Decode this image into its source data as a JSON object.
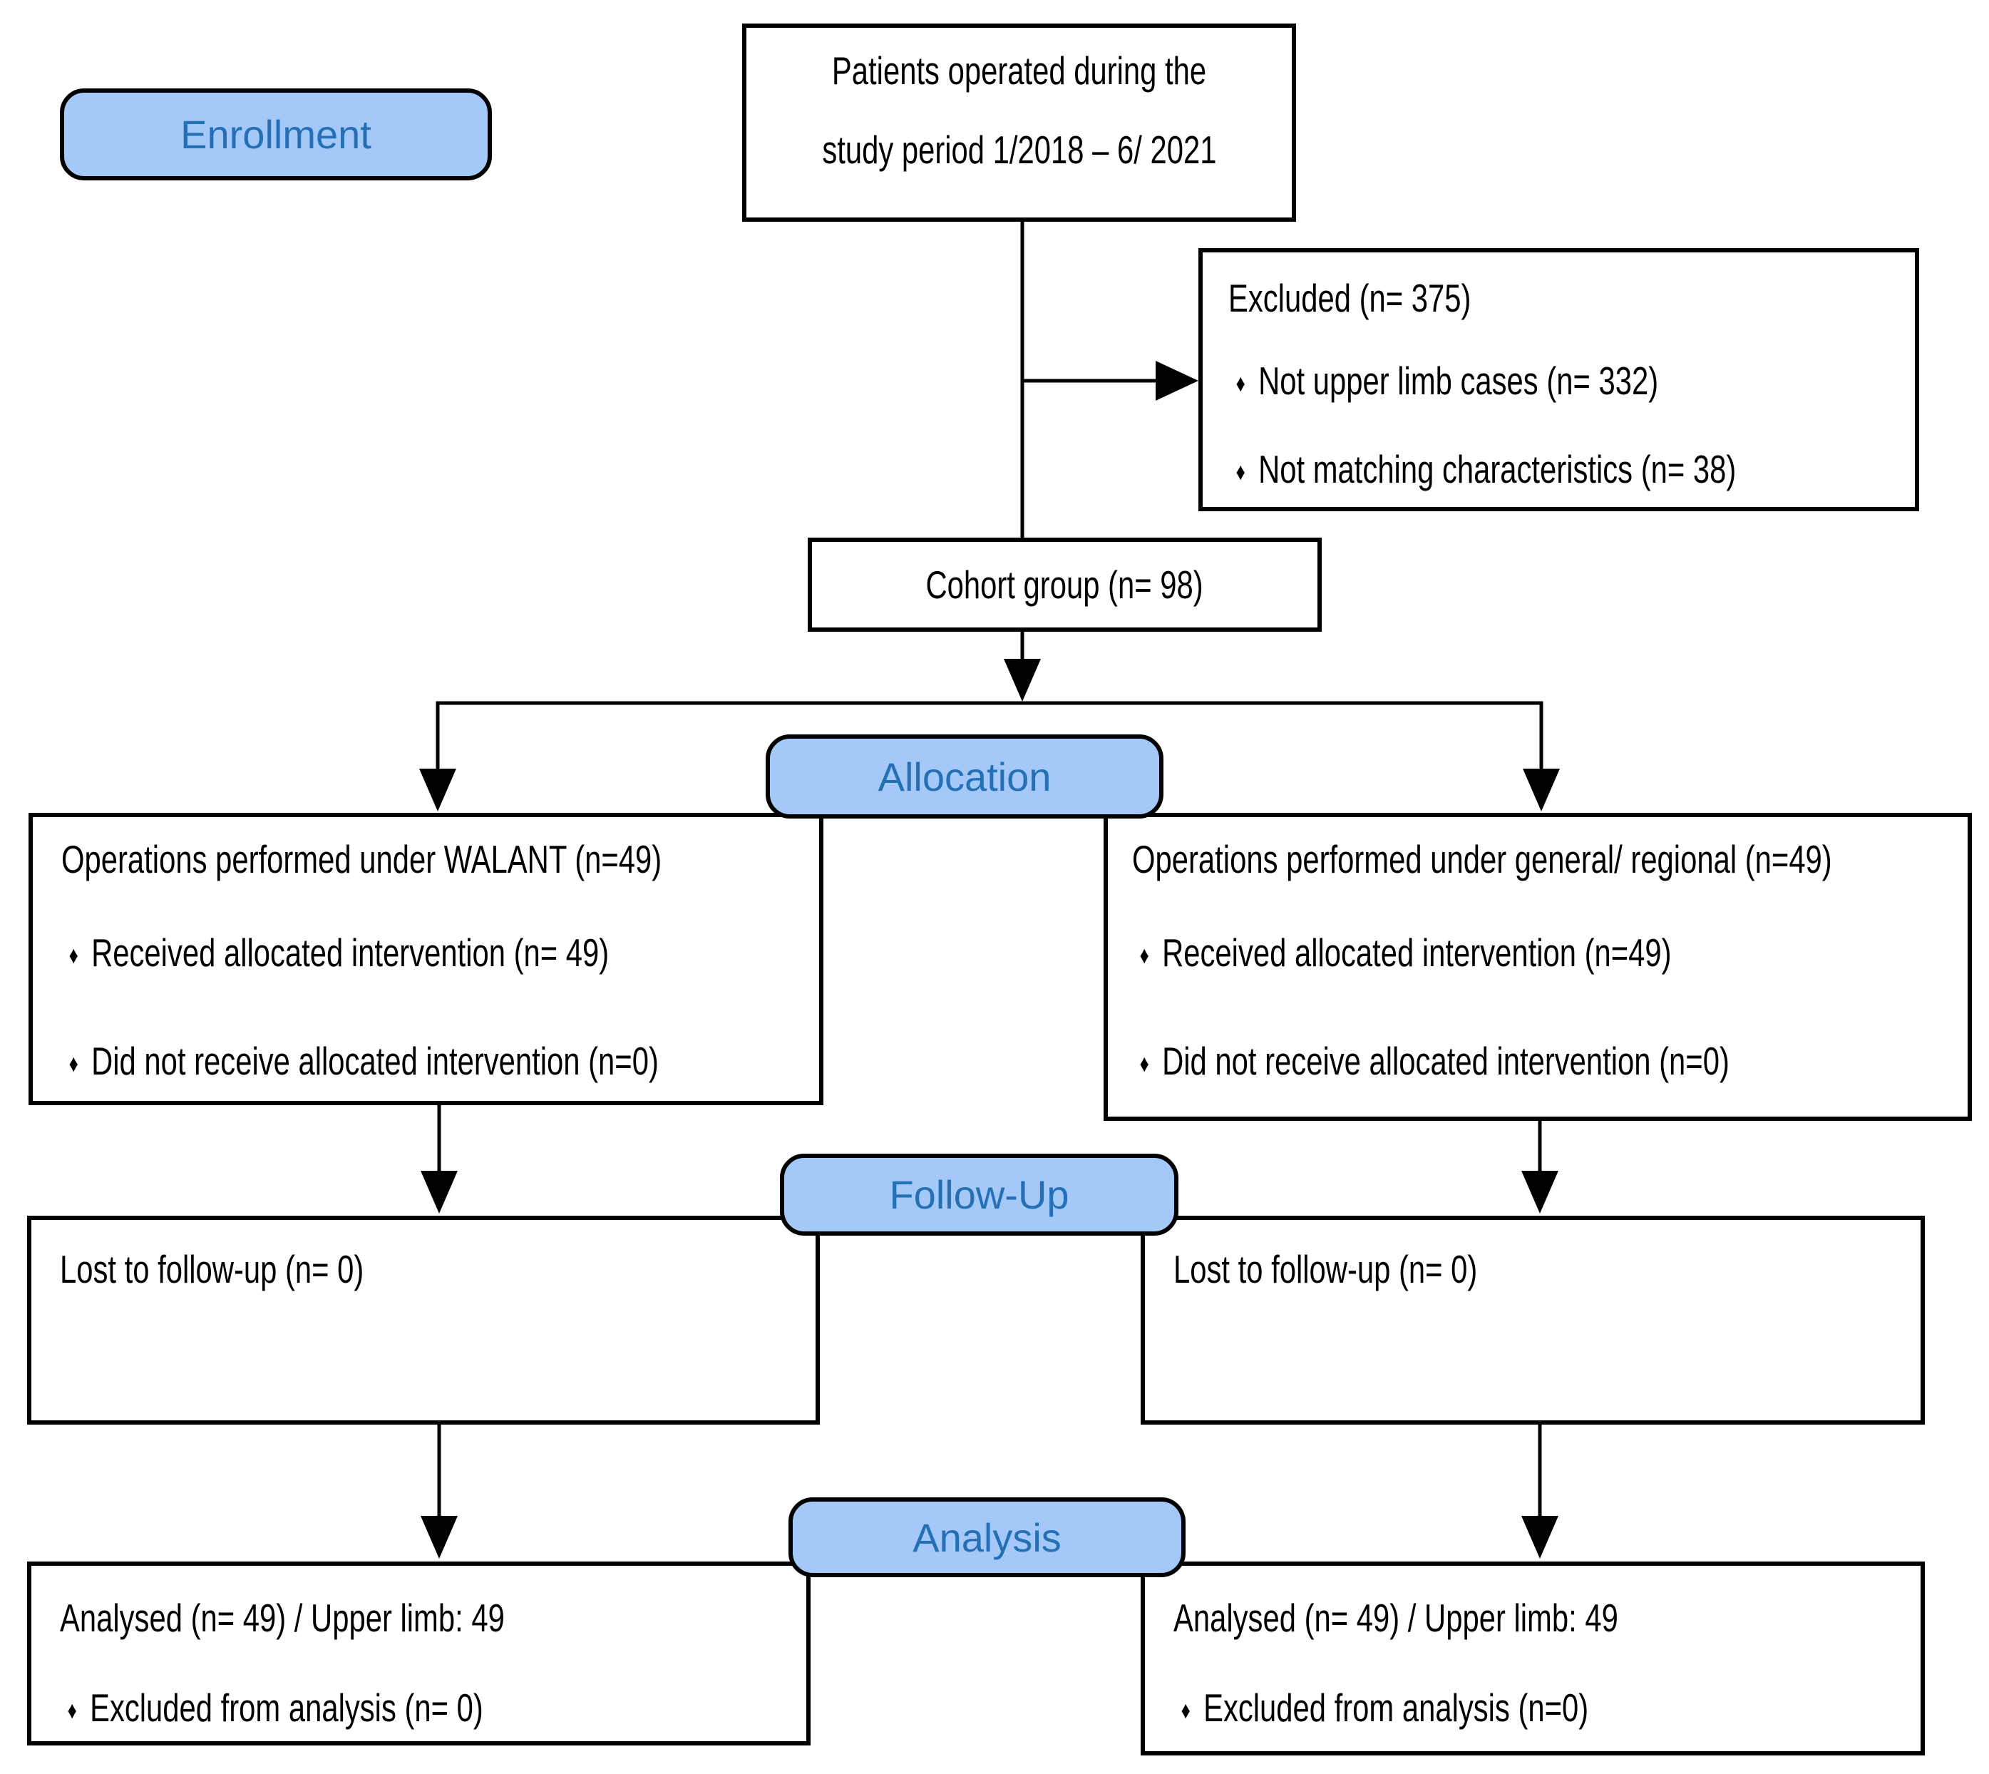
{
  "diagram": {
    "type": "CONSORT flow diagram",
    "bullet_marker": "♦",
    "colors": {
      "background": "#ffffff",
      "box_border": "#000000",
      "connector": "#000000",
      "stage_fill": "#a4c8f7",
      "stage_text": "#2570b4",
      "body_text": "#000000"
    },
    "stages": {
      "enrollment": "Enrollment",
      "allocation": "Allocation",
      "follow_up": "Follow-Up",
      "analysis": "Analysis"
    },
    "boxes": {
      "source": {
        "line1": "Patients operated during the",
        "line2": "study period 1/2018 – 6/ 2021"
      },
      "excluded": {
        "title": "Excluded (n= 375)",
        "bullets": [
          "Not upper limb cases (n= 332)",
          "Not matching characteristics (n= 38)"
        ]
      },
      "cohort": {
        "text": "Cohort group (n= 98)"
      },
      "walant": {
        "title": "Operations performed under WALANT (n=49)",
        "bullets": [
          "Received allocated intervention (n= 49)",
          "Did not receive allocated intervention (n=0)"
        ]
      },
      "general": {
        "title": "Operations performed under general/ regional (n=49)",
        "bullets": [
          "Received allocated intervention (n=49)",
          "Did not receive allocated intervention (n=0)"
        ]
      },
      "followup_left": {
        "text": "Lost to follow-up (n= 0)"
      },
      "followup_right": {
        "text": "Lost to follow-up (n= 0)"
      },
      "analysis_left": {
        "title": "Analysed (n= 49) / Upper limb: 49",
        "bullets": [
          "Excluded from analysis (n= 0)"
        ]
      },
      "analysis_right": {
        "title": "Analysed (n= 49) / Upper limb: 49",
        "bullets": [
          "Excluded from analysis (n=0)"
        ]
      }
    }
  }
}
